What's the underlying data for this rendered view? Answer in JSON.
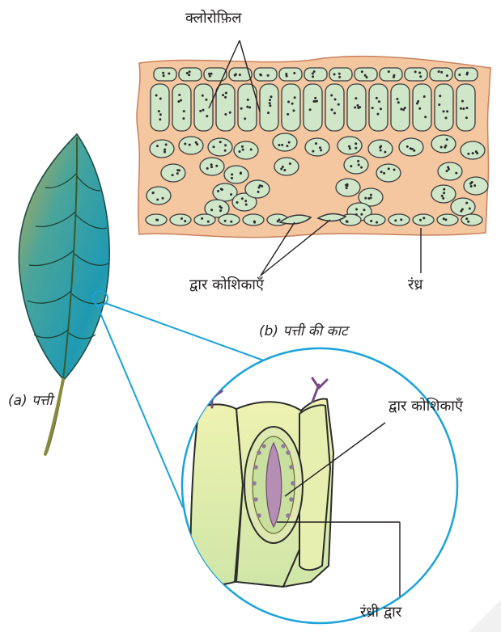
{
  "labels": {
    "chlorophyll": "क्लोरोफ़िल",
    "guard_cells_section": "द्वार कोशिकाएँ",
    "stoma": "रंध्र",
    "caption_b": "(b) पत्ती की काट",
    "caption_a": "(a) पत्ती",
    "guard_cells_zoom": "द्वार कोशिकाएँ",
    "stomatal_pore": "रंध्री द्वार"
  },
  "colors": {
    "ink": "#231f20",
    "callout": "#1aa3d9",
    "tissue_bg": "#f5c9a3",
    "cell_fill": "#cfe6c8",
    "cell_stroke": "#3a3a3a",
    "leaf_dark": "#2f8f8a",
    "leaf_light": "#c9b24a",
    "zoom_cell": "#e8e8a8",
    "guard_cell": "#cfe3a6",
    "pore": "#b58fb3"
  }
}
